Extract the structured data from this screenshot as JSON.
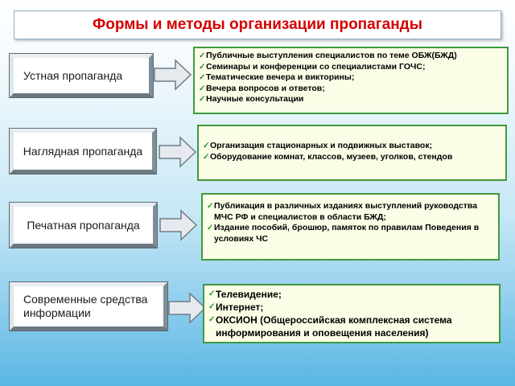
{
  "title": "Формы и методы организации пропаганды",
  "rows": [
    {
      "label": "Устная пропаганда",
      "items": [
        "Публичные выступления специалистов по теме ОБЖ(БЖД)",
        "Семинары и конференции со специалистами ГОЧС;",
        "Тематические вечера и викторины;",
        "Вечера вопросов и ответов;",
        "Научные консультации"
      ]
    },
    {
      "label": "Наглядная пропаганда",
      "items": [
        "Организация стационарных и подвижных выставок;",
        "Оборудование комнат, классов, музеев, уголков, стендов"
      ]
    },
    {
      "label": "Печатная пропаганда",
      "items": [
        "Публикация в различных изданиях выступлений руководства МЧС РФ и специалистов в области БЖД;",
        "Издание пособий, брошюр, памяток по правилам Поведения в условиях ЧС"
      ]
    },
    {
      "label": "Современные средства информации",
      "items": [
        "Телевидение;",
        "Интернет;",
        "ОКСИОН (Общероссийская комплексная система информирования и оповещения населения)"
      ]
    }
  ]
}
